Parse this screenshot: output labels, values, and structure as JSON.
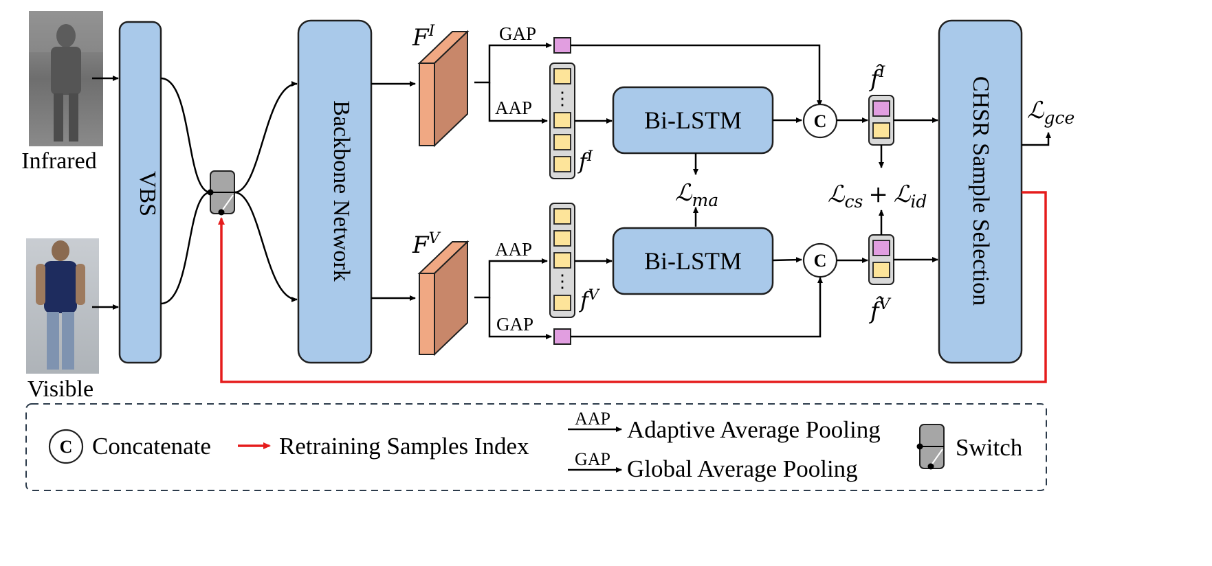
{
  "inputs": {
    "infrared_label": "Infrared",
    "visible_label": "Visible"
  },
  "blocks": {
    "vbs": "VBS",
    "backbone": "Backbone Network",
    "bilstm_top": "Bi-LSTM",
    "bilstm_bottom": "Bi-LSTM",
    "chsr": "CHSR Sample Selection"
  },
  "features": {
    "map_infrared": {
      "base": "F",
      "sup": "I"
    },
    "map_visible": {
      "base": "F",
      "sup": "V"
    },
    "vec_infrared": {
      "base": "f",
      "sup": "I"
    },
    "vec_visible": {
      "base": "f",
      "sup": "V"
    },
    "fused_infrared": {
      "base": "f̂",
      "sup": "I"
    },
    "fused_visible": {
      "base": "f̂",
      "sup": "V"
    }
  },
  "pooling": {
    "gap": "GAP",
    "aap": "AAP",
    "ellipsis": "⋮"
  },
  "concat_symbol": "C",
  "losses": {
    "ma": {
      "script": "ℒ",
      "sub": "ma"
    },
    "cs": {
      "script": "ℒ",
      "sub": "cs"
    },
    "plus": "+",
    "id": {
      "script": "ℒ",
      "sub": "id"
    },
    "gce": {
      "script": "ℒ",
      "sub": "gce"
    }
  },
  "legend": {
    "concat_symbol": "C",
    "concat_label": "Concatenate",
    "retrain_label": "Retraining Samples Index",
    "aap_tag": "AAP",
    "aap_label": "Adaptive Average Pooling",
    "gap_tag": "GAP",
    "gap_label": "Global Average Pooling",
    "switch_label": "Switch"
  },
  "colors": {
    "block_fill": "#a9c9ea",
    "block_stroke": "#1f1f1f",
    "map_front": "#f0a883",
    "map_side": "#c8876a",
    "vec_cell": "#fde49a",
    "gap_cell": "#e19ee0",
    "vec_frame": "#d9d9d9",
    "switch_fill": "#a6a6a6",
    "retrain_arrow": "#e51c1c"
  }
}
